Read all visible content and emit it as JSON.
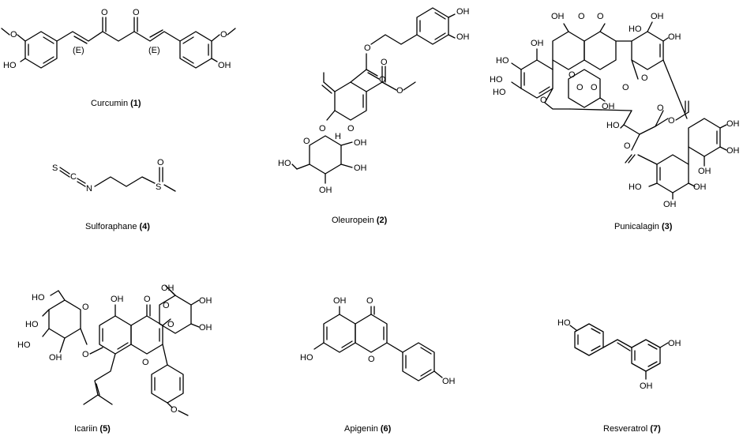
{
  "compounds": [
    {
      "key": "curcumin",
      "name": "Curcumin",
      "number": "(1)"
    },
    {
      "key": "oleuropein",
      "name": "Oleuropein",
      "number": "(2)"
    },
    {
      "key": "punicalagin",
      "name": "Punicalagin",
      "number": "(3)"
    },
    {
      "key": "sulforaphane",
      "name": "Sulforaphane",
      "number": "(4)"
    },
    {
      "key": "icariin",
      "name": "Icariin",
      "number": "(5)"
    },
    {
      "key": "apigenin",
      "name": "Apigenin",
      "number": "(6)"
    },
    {
      "key": "resveratrol",
      "name": "Resveratrol",
      "number": "(7)"
    }
  ],
  "atoms": {
    "OH": "OH",
    "HO": "HO",
    "O": "O",
    "H": "H",
    "E": "(E)",
    "N": "N",
    "S": "S",
    "C": "C"
  }
}
